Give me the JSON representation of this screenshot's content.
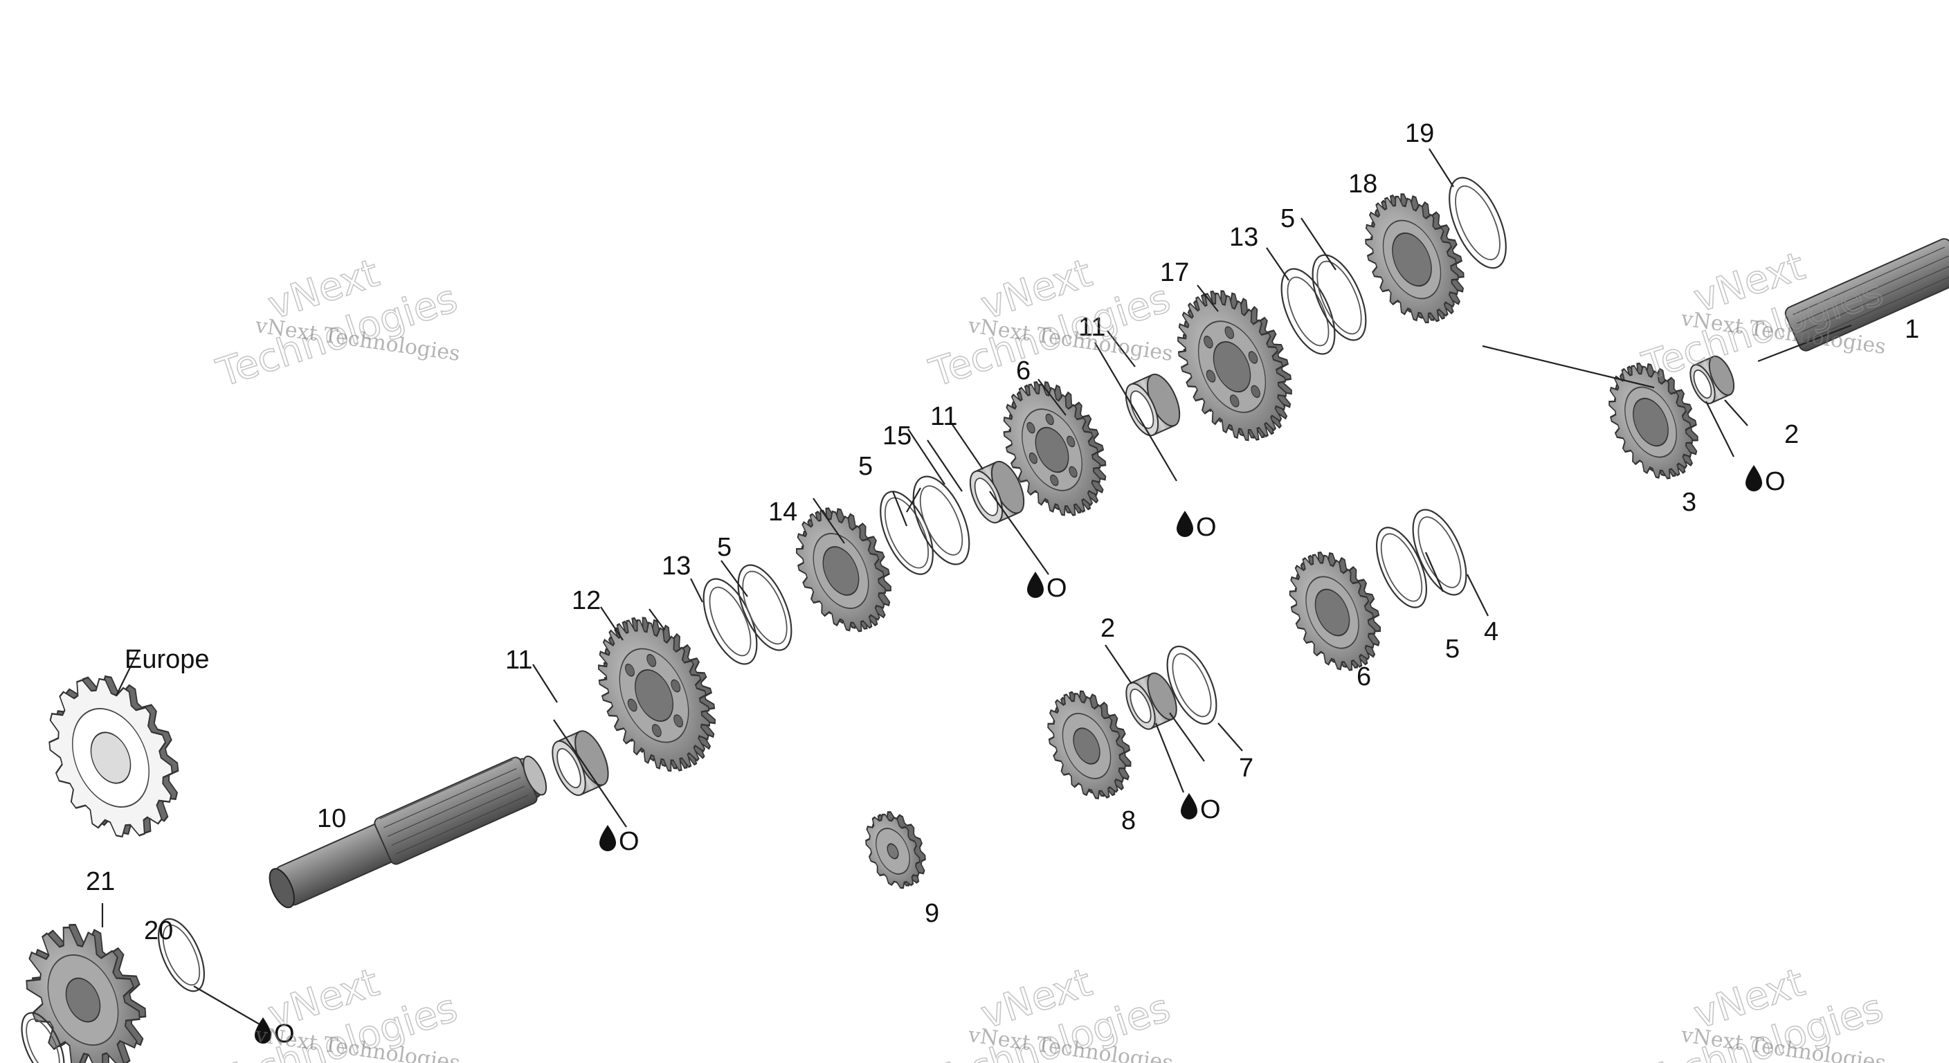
{
  "diagram": {
    "region_label": "Europe",
    "callouts": {
      "c1": "1",
      "c2a": "2",
      "c2b": "2",
      "c3": "3",
      "c4": "4",
      "c5a": "5",
      "c5b": "5",
      "c5c": "5",
      "c5d": "5",
      "c6a": "6",
      "c6b": "6",
      "c7": "7",
      "c8": "8",
      "c9": "9",
      "c10": "10",
      "c11a": "11",
      "c11b": "11",
      "c11c": "11",
      "c12": "12",
      "c13a": "13",
      "c13b": "13",
      "c14": "14",
      "c15": "15",
      "c17": "17",
      "c18": "18",
      "c19": "19",
      "c20": "20",
      "c21": "21"
    },
    "oil_mark_text": "O",
    "lubricate_icon": "oil-drop-icon",
    "watermark": {
      "line_small": "vNext Technologies",
      "line_big_1": "vNext",
      "line_big_2": "Technologies"
    }
  }
}
